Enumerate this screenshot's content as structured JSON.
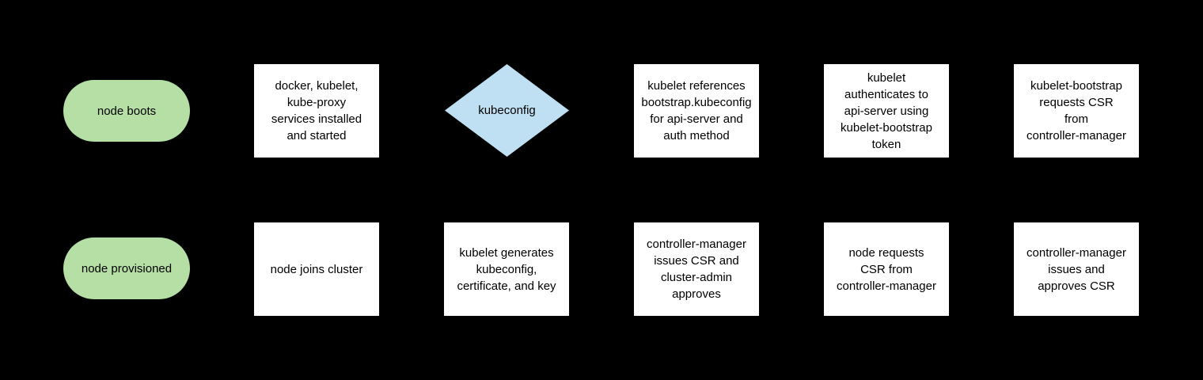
{
  "diagram": {
    "type": "flowchart",
    "background_color": "#000000",
    "palette": {
      "terminator_fill": "#b6dfa5",
      "decision_fill": "#bfe0f2",
      "process_fill": "#ffffff",
      "text_color": "#000000"
    },
    "nodes": {
      "node_boots": {
        "shape": "terminator",
        "label": "node boots"
      },
      "services_installed": {
        "shape": "process",
        "label": "docker, kubelet,\nkube-proxy\nservices installed\nand started"
      },
      "kubeconfig_decision": {
        "shape": "decision",
        "label": "kubeconfig"
      },
      "kubelet_references": {
        "shape": "process",
        "label": "kubelet references\nbootstrap.kubeconfig\nfor api-server and\nauth method"
      },
      "kubelet_authenticates": {
        "shape": "process",
        "label": "kubelet\nauthenticates to\napi-server using\nkubelet-bootstrap\ntoken"
      },
      "bootstrap_requests_csr": {
        "shape": "process",
        "label": "kubelet-bootstrap\nrequests CSR\nfrom\ncontroller-manager"
      },
      "node_provisioned": {
        "shape": "terminator",
        "label": "node provisioned"
      },
      "node_joins_cluster": {
        "shape": "process",
        "label": "node joins cluster"
      },
      "kubelet_generates": {
        "shape": "process",
        "label": "kubelet generates\nkubeconfig,\ncertificate, and key"
      },
      "cm_issues_admin_approves": {
        "shape": "process",
        "label": "controller-manager\nissues CSR and\ncluster-admin\napproves"
      },
      "node_requests_csr": {
        "shape": "process",
        "label": "node requests\nCSR from\ncontroller-manager"
      },
      "cm_issues_approves": {
        "shape": "process",
        "label": "controller-manager\nissues and\napproves CSR"
      }
    }
  }
}
